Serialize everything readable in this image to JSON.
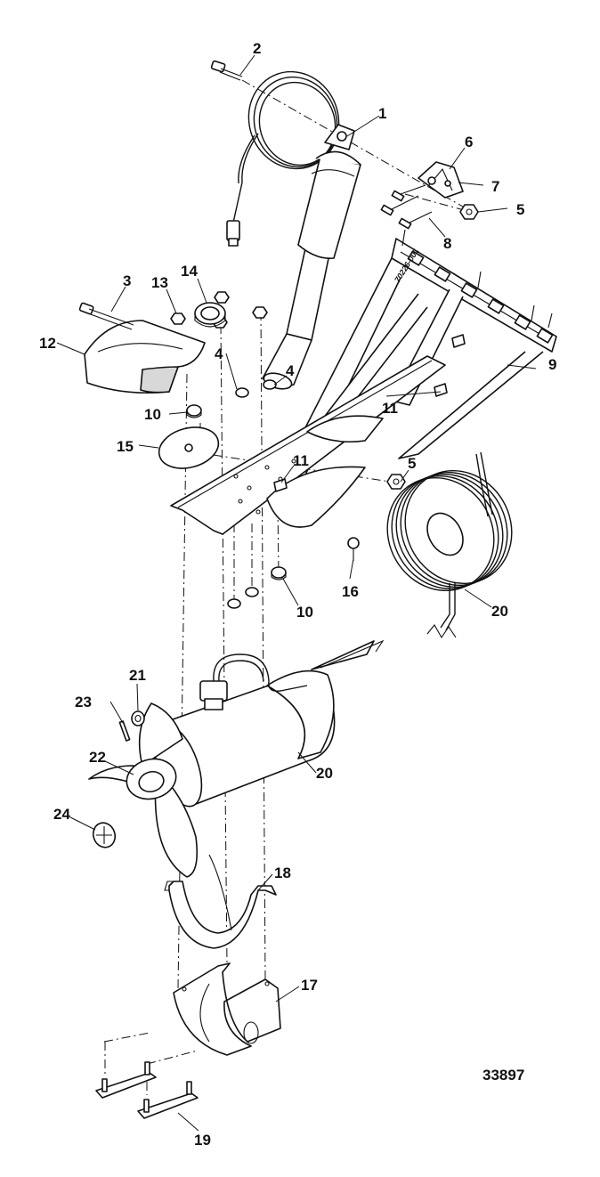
{
  "figure_number": "33897",
  "part_number_stamp": "70226-001",
  "callouts": [
    {
      "id": "c1",
      "text": "1"
    },
    {
      "id": "c2",
      "text": "2"
    },
    {
      "id": "c3",
      "text": "3"
    },
    {
      "id": "c4a",
      "text": "4"
    },
    {
      "id": "c4b",
      "text": "4"
    },
    {
      "id": "c5a",
      "text": "5"
    },
    {
      "id": "c5b",
      "text": "5"
    },
    {
      "id": "c6",
      "text": "6"
    },
    {
      "id": "c7",
      "text": "7"
    },
    {
      "id": "c8",
      "text": "8"
    },
    {
      "id": "c9",
      "text": "9"
    },
    {
      "id": "c10a",
      "text": "10"
    },
    {
      "id": "c10b",
      "text": "10"
    },
    {
      "id": "c11a",
      "text": "11"
    },
    {
      "id": "c11b",
      "text": "11"
    },
    {
      "id": "c12",
      "text": "12"
    },
    {
      "id": "c13",
      "text": "13"
    },
    {
      "id": "c14",
      "text": "14"
    },
    {
      "id": "c15",
      "text": "15"
    },
    {
      "id": "c16",
      "text": "16"
    },
    {
      "id": "c17",
      "text": "17"
    },
    {
      "id": "c18",
      "text": "18"
    },
    {
      "id": "c19",
      "text": "19"
    },
    {
      "id": "c20a",
      "text": "20"
    },
    {
      "id": "c20b",
      "text": "20"
    },
    {
      "id": "c21",
      "text": "21"
    },
    {
      "id": "c22",
      "text": "22"
    },
    {
      "id": "c23",
      "text": "23"
    },
    {
      "id": "c24",
      "text": "24"
    }
  ]
}
